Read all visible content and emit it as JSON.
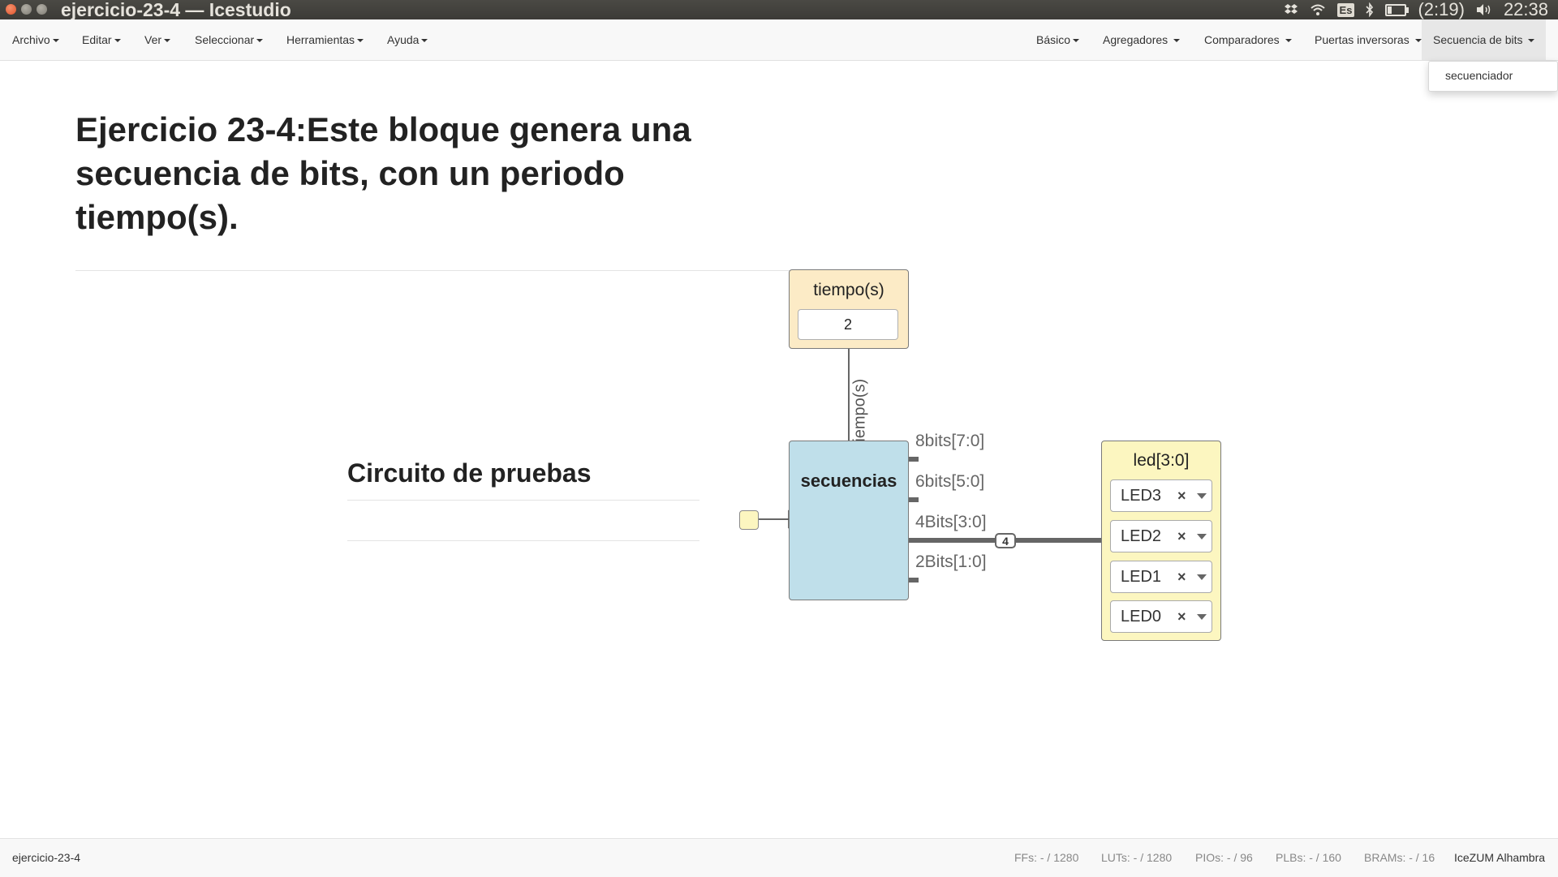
{
  "window": {
    "title": "ejercicio-23-4 — Icestudio"
  },
  "system_tray": {
    "keyboard_layout": "Es",
    "battery_text": "(2:19)",
    "battery_level": 0.25,
    "clock": "22:38",
    "icons": [
      "dropbox-icon",
      "wifi-icon",
      "keyboard-icon",
      "bluetooth-icon",
      "battery-icon",
      "volume-icon"
    ]
  },
  "menubar": {
    "left": {
      "archivo": "Archivo",
      "editar": "Editar",
      "ver": "Ver",
      "seleccionar": "Seleccionar",
      "herramientas": "Herramientas",
      "ayuda": "Ayuda"
    },
    "right": {
      "basico": "Básico",
      "agregadores": "Agregadores",
      "comparadores": "Comparadores",
      "puertas": "Puertas inversoras",
      "secuencia": "Secuencia de bits"
    },
    "open_dropdown": {
      "items": [
        "secuenciador"
      ]
    }
  },
  "canvas": {
    "main_title": "Ejercicio 23-4:Este bloque genera una secuencia de bits, con un periodo tiempo(s).",
    "test_title": "Circuito de pruebas",
    "constant_block": {
      "label": "tiempo(s)",
      "value": "2",
      "param_label": "Tiempo(s)"
    },
    "module_block": {
      "name": "secuencias",
      "outputs": [
        "8bits[7:0]",
        "6bits[5:0]",
        "4Bits[3:0]",
        "2Bits[1:0]"
      ]
    },
    "bus_width": "4",
    "output_block": {
      "label": "led[3:0]",
      "pins": [
        "LED3",
        "LED2",
        "LED1",
        "LED0"
      ],
      "clear_symbol": "×"
    }
  },
  "statusbar": {
    "file": "ejercicio-23-4",
    "ffs": "FFs:  - / 1280",
    "luts": "LUTs:  - / 1280",
    "pios": "PIOs:  - / 96",
    "plbs": "PLBs:  - / 160",
    "brams": "BRAMs:  - / 16",
    "board": "IceZUM Alhambra"
  },
  "colors": {
    "topbar": "#3c3b37",
    "module_block": "#bfdfea",
    "constant_block": "#fcebc6",
    "io_block": "#fcf6c0",
    "wire": "#666666"
  }
}
